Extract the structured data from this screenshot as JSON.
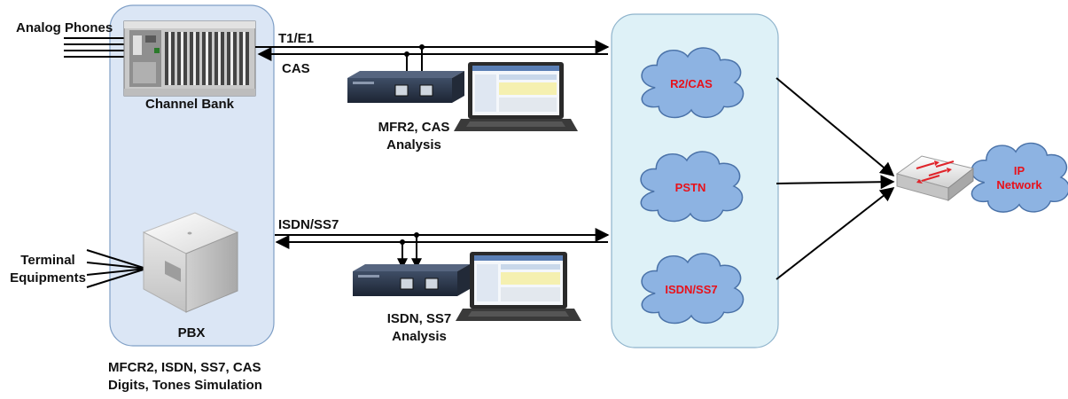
{
  "labels": {
    "analog_phones": "Analog Phones",
    "channel_bank": "Channel Bank",
    "t1e1": "T1/E1",
    "cas": "CAS",
    "mfr2_analysis_line1": "MFR2, CAS",
    "mfr2_analysis_line2": "Analysis",
    "isdn_ss7_link": "ISDN/SS7",
    "isdn_analysis_line1": "ISDN, SS7",
    "isdn_analysis_line2": "Analysis",
    "terminal_line1": "Terminal",
    "terminal_line2": "Equipments",
    "pbx": "PBX",
    "simulation_line1": "MFCR2, ISDN, SS7, CAS",
    "simulation_line2": "Digits, Tones Simulation"
  },
  "clouds": {
    "r2cas": "R2/CAS",
    "pstn": "PSTN",
    "isdn_ss7": "ISDN/SS7",
    "ip_line1": "IP",
    "ip_line2": "Network"
  },
  "colors": {
    "left_panel": "#dbe6f5",
    "left_panel_border": "#7f9fc6",
    "right_panel": "#def1f7",
    "right_panel_border": "#8fb4cc",
    "cloud_fill": "#8db3e2",
    "cloud_stroke": "#4a72a8",
    "cloud_text": "#e8111a",
    "line": "#000000"
  }
}
